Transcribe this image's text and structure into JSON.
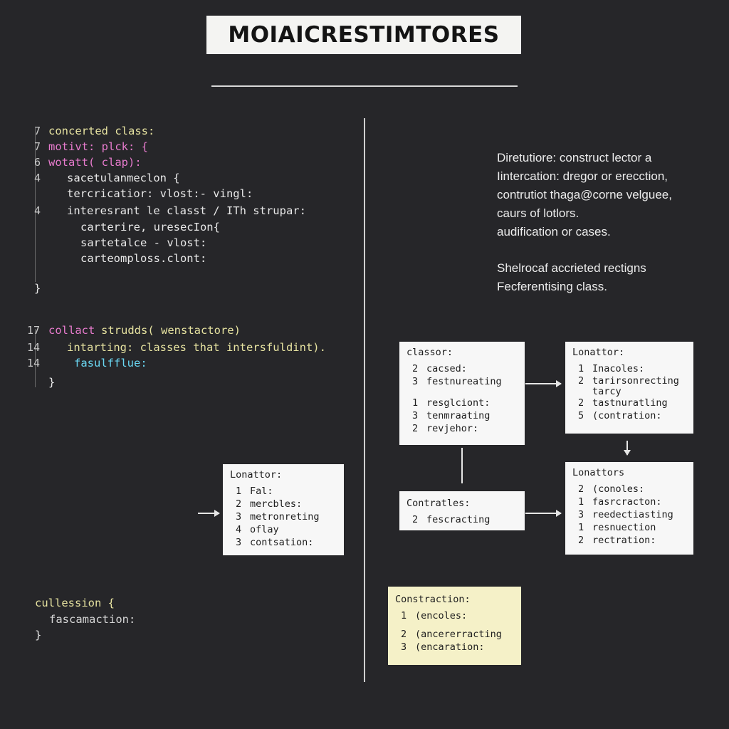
{
  "title": "MOIAICRESTIMTORES",
  "code_block_1": {
    "lines": [
      {
        "num": "7",
        "text": "concerted class:",
        "color": "yellow"
      },
      {
        "num": "7",
        "text": "motivt: plck: {",
        "color": "pink"
      },
      {
        "num": "6",
        "text": "wotatt( clap):",
        "color": "pink"
      },
      {
        "num": "4",
        "text": "sacetulanmeclon {",
        "color": "white"
      },
      {
        "num": "",
        "text": "tercricatior: vlost:- vingl:",
        "color": "white"
      },
      {
        "num": "4",
        "text": "interesrant le classt / ITh strupar:",
        "color": "white"
      },
      {
        "num": "",
        "text": "carterire, uresecIon{",
        "color": "white"
      },
      {
        "num": "",
        "text": "sartetalce - vlost:",
        "color": "white"
      },
      {
        "num": "",
        "text": "carteomploss.clont:",
        "color": "white"
      },
      {
        "num": "",
        "text": "}",
        "color": "white"
      }
    ]
  },
  "code_block_2": {
    "lines": [
      {
        "num": "17",
        "text_a": "collact",
        "text_b": "strudds( wenstactore)"
      },
      {
        "num": "14",
        "text": "intarting: classes that intersfuldint)."
      },
      {
        "num": "14",
        "text": "fasulfflue:"
      },
      {
        "num": "",
        "text": "}"
      }
    ]
  },
  "code_block_3": {
    "lines": [
      {
        "text": "cullession {"
      },
      {
        "text": "fascamaction:"
      },
      {
        "text": "}"
      }
    ]
  },
  "description": {
    "para1": [
      "Diretutiore: construct lector a",
      "Iintercation: dregor or erecction,",
      "contrutiot thaga@corne velguee,",
      "caurs of lotlors.",
      "audification or cases."
    ],
    "para2": [
      "Shelrocaf accrieted rectigns",
      "Fecferentising class."
    ]
  },
  "boxes": {
    "classor": {
      "header": "classor:",
      "group1": [
        {
          "n": "2",
          "t": "cacsed:"
        },
        {
          "n": "3",
          "t": "festnureating"
        }
      ],
      "group2": [
        {
          "n": "1",
          "t": "resglciont:"
        },
        {
          "n": "3",
          "t": "tenmraating"
        },
        {
          "n": "2",
          "t": "revjehor:"
        }
      ]
    },
    "lonattor_top": {
      "header": "Lonattor:",
      "rows": [
        {
          "n": "1",
          "t": "Inacoles:"
        },
        {
          "n": "2",
          "t": "tarirsonrecting"
        },
        {
          "n": "",
          "t": "tarcy"
        },
        {
          "n": "2",
          "t": "tastnuratling"
        },
        {
          "n": "5",
          "t": "(contration:"
        }
      ]
    },
    "lonattor_left": {
      "header": "Lonattor:",
      "rows": [
        {
          "n": "1",
          "t": "Fal:"
        },
        {
          "n": "2",
          "t": "mercbles:"
        },
        {
          "n": "3",
          "t": "metronreting"
        },
        {
          "n": "4",
          "t": "oflay"
        },
        {
          "n": "3",
          "t": "contsation:"
        }
      ]
    },
    "contratles": {
      "header": "Contratles:",
      "rows": [
        {
          "n": "2",
          "t": "fescracting"
        }
      ]
    },
    "lonattors": {
      "header": "Lonattors",
      "rows": [
        {
          "n": "2",
          "t": "(conoles:"
        },
        {
          "n": "1",
          "t": "fasrcracton:"
        },
        {
          "n": "3",
          "t": "reedectiasting"
        },
        {
          "n": "1",
          "t": "resnuection"
        },
        {
          "n": "2",
          "t": "rectration:"
        }
      ]
    },
    "constraction": {
      "header": "Constraction:",
      "rows": [
        {
          "n": "1",
          "t": "(encoles:"
        },
        {
          "n": "2",
          "t": "(ancererracting"
        },
        {
          "n": "3",
          "t": "(encaration:"
        }
      ]
    }
  },
  "colors": {
    "background": "#262629",
    "code_yellow": "#e6e2a0",
    "code_pink": "#e77bcd",
    "code_cyan": "#6ad7f2",
    "box_white": "#f7f7f7",
    "box_yellow": "#f5f1c8"
  }
}
